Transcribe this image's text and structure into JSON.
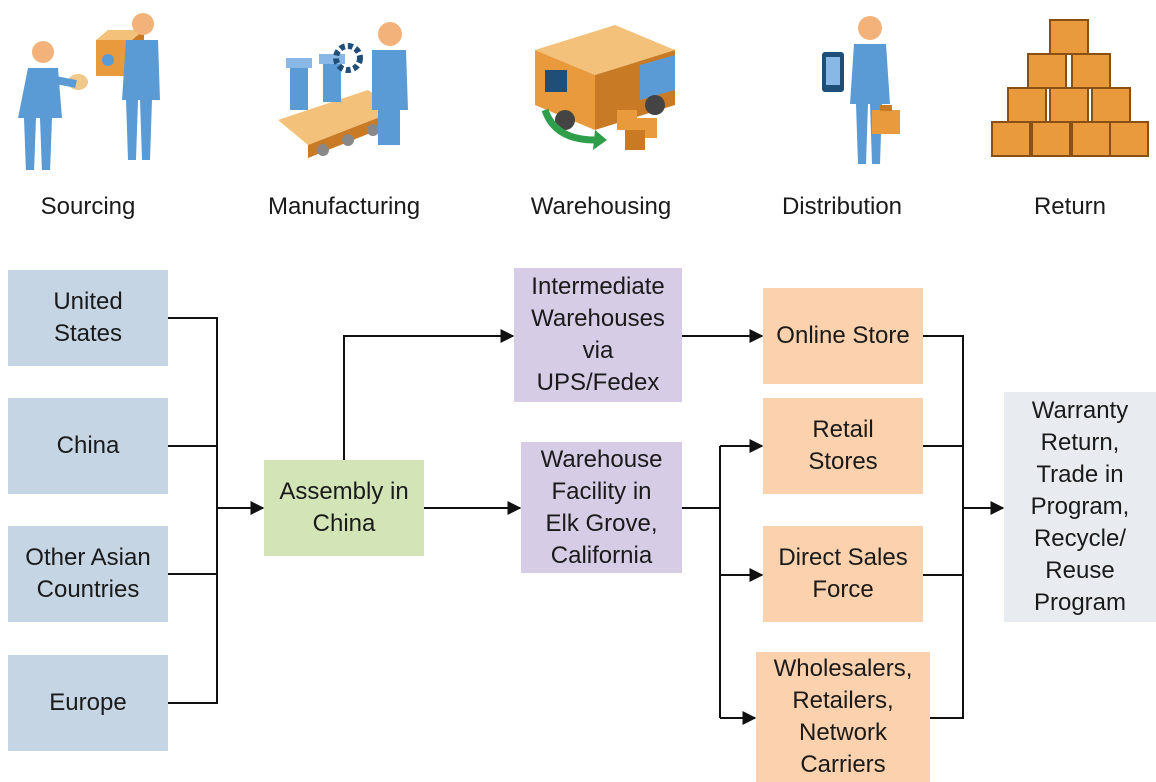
{
  "stages": [
    {
      "label": "Sourcing",
      "icon": "sourcing-people-icon"
    },
    {
      "label": "Manufacturing",
      "icon": "manufacturing-conveyor-icon"
    },
    {
      "label": "Warehousing",
      "icon": "delivery-truck-icon"
    },
    {
      "label": "Distribution",
      "icon": "salesperson-icon"
    },
    {
      "label": "Return",
      "icon": "stacked-boxes-icon"
    }
  ],
  "sources": [
    "United\nStates",
    "China",
    "Other Asian\nCountries",
    "Europe"
  ],
  "assembly": "Assembly in\nChina",
  "warehouses": {
    "intermediate": "Intermediate\nWarehouses\nvia\nUPS/Fedex",
    "facility": "Warehouse\nFacility in\nElk Grove,\nCalifornia"
  },
  "channels": [
    "Online Store",
    "Retail\nStores",
    "Direct Sales\nForce",
    "Wholesalers,\nRetailers,\nNetwork\nCarriers"
  ],
  "return_box": "Warranty\nReturn,\nTrade in\nProgram,\nRecycle/\nReuse\nProgram",
  "colors": {
    "source": "#c5d5e4",
    "assembly": "#d3e5b7",
    "warehouse": "#d6cce5",
    "channel": "#fcd1ad",
    "return": "#e8ecf1"
  }
}
